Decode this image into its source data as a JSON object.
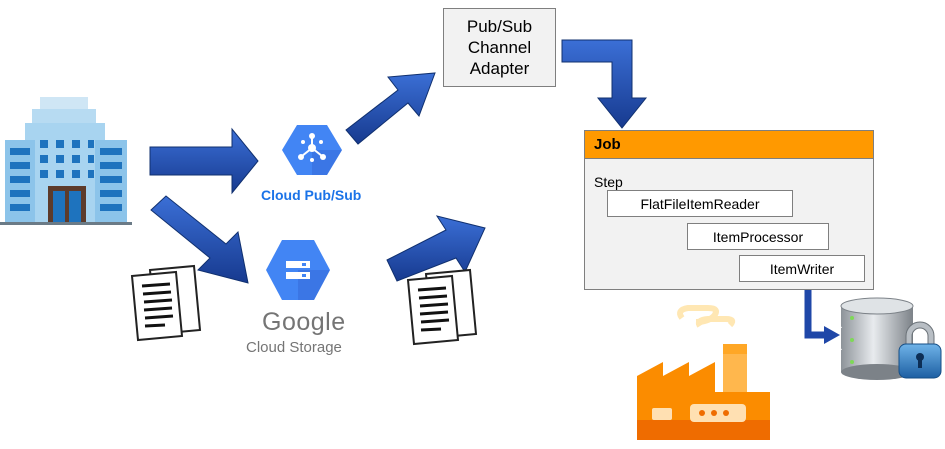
{
  "adapter": {
    "label": "Pub/Sub\nChannel\nAdapter"
  },
  "pubsub": {
    "label": "Cloud Pub/Sub"
  },
  "storage": {
    "brand": "Google",
    "label": "Cloud Storage"
  },
  "job": {
    "title": "Job",
    "step_label": "Step",
    "reader": "FlatFileItemReader",
    "processor": "ItemProcessor",
    "writer": "ItemWriter"
  },
  "colors": {
    "arrow_blue": "#1f47a8",
    "job_header": "#ff9900",
    "google_blue": "#4285f4",
    "factory_orange": "#fb8c00"
  }
}
